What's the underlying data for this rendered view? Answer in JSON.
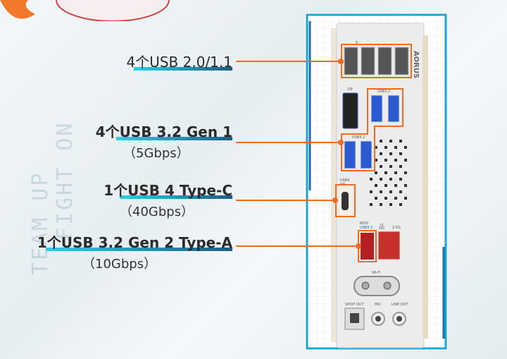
{
  "labels": [
    {
      "text": "4个USB 2.0/1.1",
      "speed": ""
    },
    {
      "text": "4个USB 3.2 Gen 1",
      "speed": "（5Gbps）"
    },
    {
      "text": "1个USB 4 Type-C",
      "speed": "（40Gbps）"
    },
    {
      "text": "1个USB 3.2 Gen 2 Type-A",
      "speed": "（10Gbps）"
    }
  ],
  "decor_text": [
    "TEAM UP",
    "FIGHT ON"
  ],
  "panel": {
    "brand": "AORUS",
    "dp": "DP",
    "usb32_top": "USB3.2",
    "usb32_bottom": "USB3.2",
    "usb4": "USB4",
    "usb4_dp": "DP",
    "bios": "BIOS",
    "bios_usb": "USB3.2",
    "lan": "2.5G",
    "wifi": "Wi-Fi",
    "spdif": "SPDIF OUT",
    "mic": "MIC",
    "lineout": "LINE OUT"
  },
  "colors": {
    "accent": "#f26a1b",
    "frame": "#14a7d6",
    "usb3": "#2a5bd0",
    "red": "#c9302c"
  }
}
